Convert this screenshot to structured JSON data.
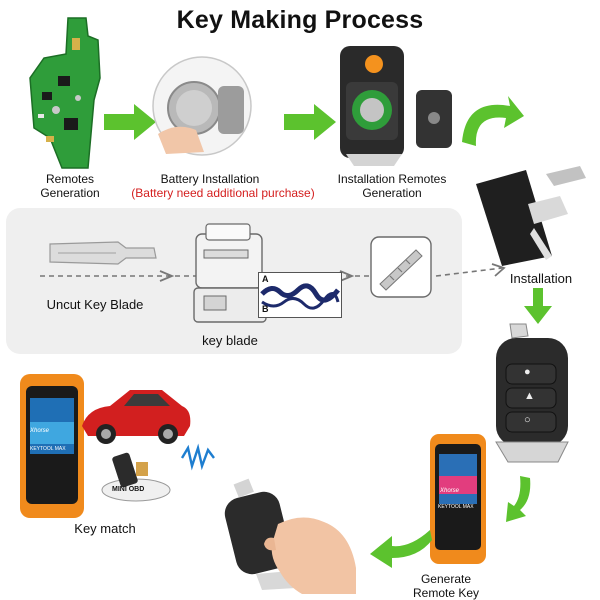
{
  "title": "Key Making Process",
  "steps": {
    "remotes_generation": "Remotes\nGeneration",
    "battery_installation": "Battery Installation",
    "battery_note": "(Battery need additional purchase)",
    "installation_remotes_generation": "Installation Remotes\nGeneration",
    "installation": "Installation",
    "uncut_key_blade": "Uncut Key  Blade",
    "key_blade": "key blade",
    "key_match": "Key match",
    "generate_remote_key": "Generate\nRemote Key"
  },
  "device": {
    "brand": "Xhorse",
    "screen_text": "KEYTOOL MAX",
    "mini_obd": "MINI OBD"
  },
  "cut_profile": {
    "track_a": "A",
    "track_b": "B"
  },
  "colors": {
    "accent_red": "#d41e1e",
    "arrow_green": "#5cc22e",
    "pcb_green": "#2f9d3a",
    "device_orange": "#f08a1c",
    "panel_gray": "#efefef"
  }
}
